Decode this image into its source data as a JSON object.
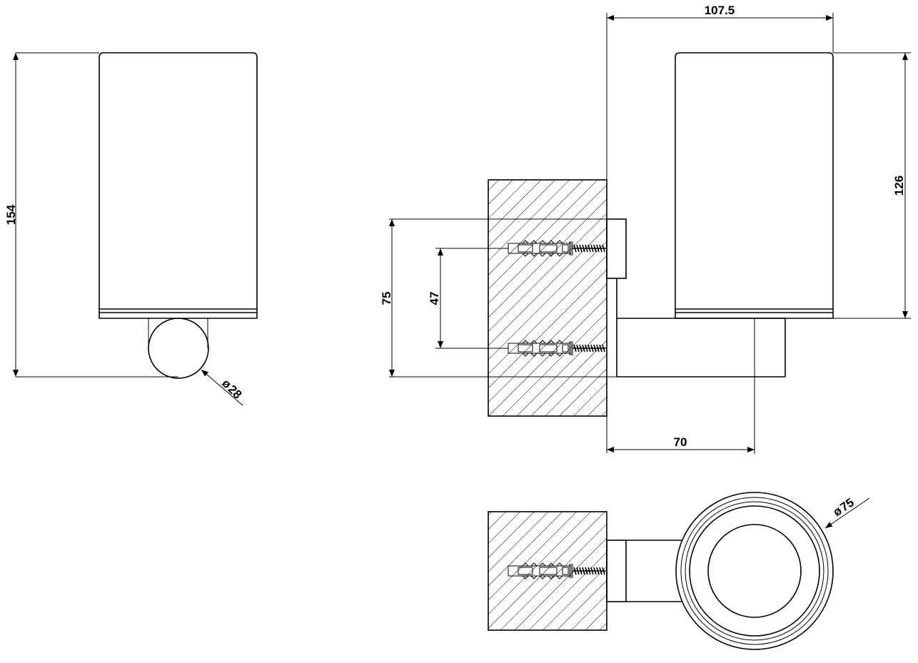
{
  "drawing": {
    "dimensions": {
      "overall_height": "154",
      "arm_diameter": "28",
      "depth": "107.5",
      "cup_height": "126",
      "plate_height": "75",
      "hole_spacing": "47",
      "axis_offset": "70",
      "cup_diameter": "75"
    },
    "diameter_symbol": "ø",
    "colors": {
      "line": "#000000",
      "background": "#ffffff"
    }
  }
}
